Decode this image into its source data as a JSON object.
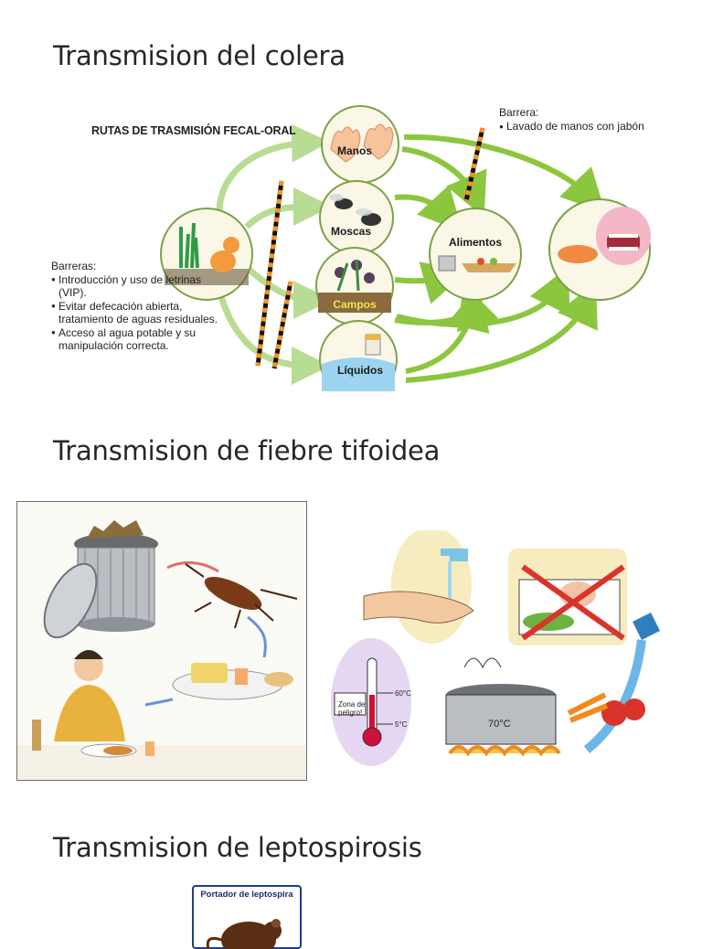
{
  "headings": {
    "colera": "Transmision del colera",
    "tifoidea": "Transmision de fiebre tifoidea",
    "leptospirosis": "Transmision de leptospirosis"
  },
  "colera_diagram": {
    "title": "RUTAS DE TRASMISIÓN FECAL-ORAL",
    "nodes": {
      "manos": "Manos",
      "moscas": "Moscas",
      "campos": "Campos",
      "liquidos": "Líquidos",
      "alimentos": "Alimentos"
    },
    "barrera_right": {
      "heading": "Barrera:",
      "items": [
        "Lavado de manos con jabón"
      ]
    },
    "barreras_left": {
      "heading": "Barreras:",
      "items": [
        "Introducción y uso de letrinas (VIP).",
        "Evitar defecación abierta, tratamiento de aguas residuales.",
        "Acceso al agua potable y su manipulación correcta."
      ]
    }
  },
  "typhoid_right": {
    "thermometer_label": "Zona de peligro!",
    "temp_high": "60°C",
    "temp_low": "5°C",
    "pot_temp": "70°C"
  },
  "leptospirosis": {
    "card_label": "Portador de leptospira"
  },
  "colors": {
    "arrow_green": "#8cc63f",
    "barrier_orange": "#f7941d",
    "card_border": "#1d3d8f"
  }
}
